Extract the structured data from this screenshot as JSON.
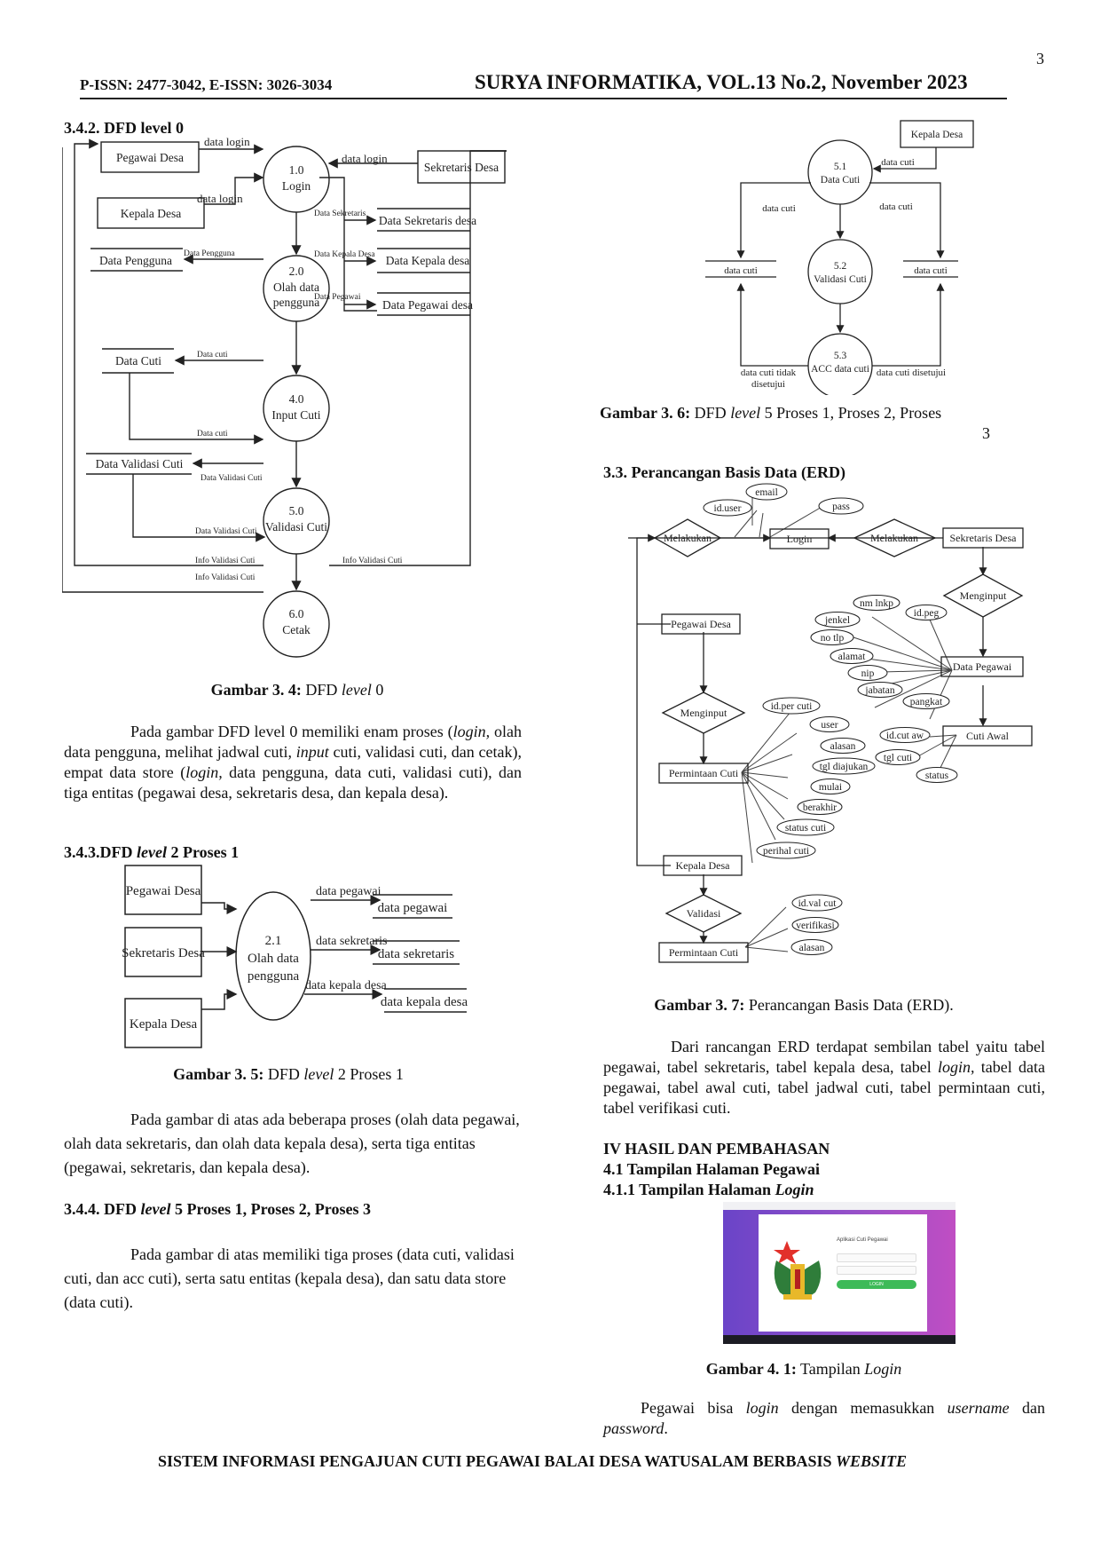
{
  "page_number": "3",
  "header": {
    "issn": "P-ISSN: 2477-3042, E-ISSN: 3026-3034",
    "journal": "SURYA INFORMATIKA, VOL.13 No.2, November 2023"
  },
  "left": {
    "s342": "3.4.2. DFD level 0",
    "dfd0": {
      "entities": {
        "pegawai": "Pegawai Desa",
        "kepala": "Kepala Desa",
        "sekretaris": "Sekretaris Desa"
      },
      "processes": {
        "p1_num": "1.0",
        "p1_name": "Login",
        "p2_num": "2.0",
        "p2_l1": "Olah data",
        "p2_l2": "pengguna",
        "p4_num": "4.0",
        "p4_name": "Input Cuti",
        "p5_num": "5.0",
        "p5_name": "Validasi Cuti",
        "p6_num": "6.0",
        "p6_name": "Cetak"
      },
      "stores": {
        "pengguna": "Data Pengguna",
        "cuti": "Data Cuti",
        "validasi": "Data Validasi Cuti",
        "sekretaris": "Data Sekretaris desa",
        "kepala": "Data Kepala desa",
        "pegawai": "Data Pegawai desa"
      },
      "flows": {
        "login1": "data login",
        "login2": "data login",
        "login3": "data login",
        "pengguna": "Data Pengguna",
        "sek": "Data Sekretaris",
        "kep": "Data Kepala Desa",
        "peg": "Data Pegawai",
        "cuti1": "Data cuti",
        "cuti2": "Data cuti",
        "val1": "Data  Validasi Cuti",
        "val2": "Data  Validasi Cuti",
        "info1": "Info  Validasi Cuti",
        "info2": "Info  Validasi Cuti",
        "info3": "Info  Validasi Cuti"
      }
    },
    "cap34_bold": "Gambar 3. 4:",
    "cap34_pre": "DFD ",
    "cap34_it": "level",
    "cap34_post": " 0",
    "p1": {
      "a": "Pada gambar DFD level 0 memiliki enam proses (",
      "b": "login,",
      "c": " olah data pengguna, melihat jadwal cuti, ",
      "d": "input",
      "e": "  cuti, validasi cuti, dan cetak), empat data store (",
      "f": "login,",
      "g": " data pengguna, data cuti, validasi cuti), dan tiga entitas (pegawai desa, sekretaris desa, dan kepala desa)."
    },
    "s343_pre": "3.4.3.DFD ",
    "s343_it": "level",
    "s343_post": " 2 Proses 1",
    "dfd2": {
      "e1": "Pegawai Desa",
      "e2": "Sekretaris Desa",
      "e3": "Kepala Desa",
      "pnum": "2.1",
      "pl1": "Olah data",
      "pl2": "pengguna",
      "f1": "data pegawai",
      "f2": "data sekretaris",
      "f3": "data kepala desa",
      "s1": "data pegawai",
      "s2": "data sekretaris",
      "s3": "data kepala desa"
    },
    "cap35_bold": "Gambar 3. 5:",
    "cap35_pre": "DFD ",
    "cap35_it": "level",
    "cap35_post": " 2 Proses 1",
    "p2": "Pada gambar di atas ada beberapa proses (olah data pegawai, olah data sekretaris, dan olah data kepala desa), serta tiga entitas (pegawai, sekretaris, dan kepala desa).",
    "s344_pre": "3.4.4. DFD ",
    "s344_it": "level",
    "s344_post": " 5 Proses 1, Proses 2, Proses 3",
    "p3": "Pada gambar di atas memiliki tiga proses (data cuti, validasi cuti, dan acc cuti), serta satu entitas (kepala desa), dan satu data store (data cuti)."
  },
  "right": {
    "dfd5": {
      "entity": "Kepala Desa",
      "p1n": "5.1",
      "p1": "Data Cuti",
      "p2n": "5.2",
      "p2": "Validasi Cuti",
      "p3n": "5.3",
      "p3": "ACC data cuti",
      "store_l": "data cuti",
      "store_r": "data cuti",
      "f_ent": "data cuti",
      "f_l": "data cuti",
      "f_r": "data cuti",
      "f_tolak1": "data cuti tidak",
      "f_tolak2": "disetujui",
      "f_setuju": "data cuti disetujui"
    },
    "cap36_bold": "Gambar 3. 6:",
    "cap36_pre": "DFD ",
    "cap36_it": "level",
    "cap36_post": " 5 Proses 1, Proses 2, Proses",
    "cap36_l2": "3",
    "s33": "3.3. Perancangan Basis Data (ERD)",
    "erd": {
      "login": "Login",
      "melakukan1": "Melakukan",
      "melakukan2": "Melakukan",
      "sekretaris": "Sekretaris Desa",
      "pegawai": "Pegawai Desa",
      "menginput1": "Menginput",
      "menginput2": "Menginput",
      "data_pegawai": "Data Pegawai",
      "cuti_awal": "Cuti Awal",
      "permintaan1": "Permintaan Cuti",
      "kepala": "Kepala Desa",
      "validasi": "Validasi",
      "permintaan2": "Permintaan Cuti",
      "a_email": "email",
      "a_iduser": "id.user",
      "a_pass": "pass",
      "a_nminkp": "nm lnkp",
      "a_jenkel": "jenkel",
      "a_idpeg": "id.peg",
      "a_notlp": "no tlp",
      "a_alamat": "alamat",
      "a_nip": "nip",
      "a_jabatan": "jabatan",
      "a_pangkat": "pangkat",
      "a_idcutaw": "id.cut aw",
      "a_tglcuti": "tgl cuti",
      "a_status": "status",
      "a_idpercuti": "id.per cuti",
      "a_user": "user",
      "a_alasan": "alasan",
      "a_tgldiajukan": "tgl diajukan",
      "a_mulai": "mulai",
      "a_berakhir": "berakhir",
      "a_statuscuti": "status cuti",
      "a_perihal": "perihal cuti",
      "a_idvalcut": "id.val cut",
      "a_verifikasi": "verifikasi",
      "a_alasan2": "alasan"
    },
    "cap37_bold": "Gambar 3. 7:",
    "cap37_post": " Perancangan Basis Data (ERD).",
    "p4": {
      "a": "Dari rancangan ERD terdapat sembilan tabel yaitu tabel pegawai, tabel sekretaris, tabel kepala desa, tabel ",
      "b": "login,",
      "c": " tabel data pegawai, tabel awal cuti, tabel jadwal cuti, tabel permintaan cuti, tabel verifikasi cuti."
    },
    "s4": "IV  HASIL DAN PEMBAHASAN",
    "s41": "4.1 Tampilan Halaman Pegawai",
    "s411_pre": "4.1.1  Tampilan Halaman ",
    "s411_it": "Login",
    "shot": {
      "title": "Aplikasi Cuti Pegawai",
      "button": "LOGIN"
    },
    "cap41_bold": "Gambar 4. 1:",
    "cap41_pre": " Tampilan ",
    "cap41_it": "Login",
    "p5": {
      "a": "Pegawai bisa ",
      "b": "login",
      "c": " dengan memasukkan ",
      "d": "username",
      "e": " dan ",
      "f": "password",
      "g": "."
    }
  },
  "footer": {
    "pre": "SISTEM INFORMASI PENGAJUAN CUTI PEGAWAI BALAI DESA WATUSALAM BERBASIS ",
    "it": "WEBSITE"
  },
  "colors": {
    "brand_purple": "#7a3fc4",
    "shot_green": "#3dba58"
  }
}
